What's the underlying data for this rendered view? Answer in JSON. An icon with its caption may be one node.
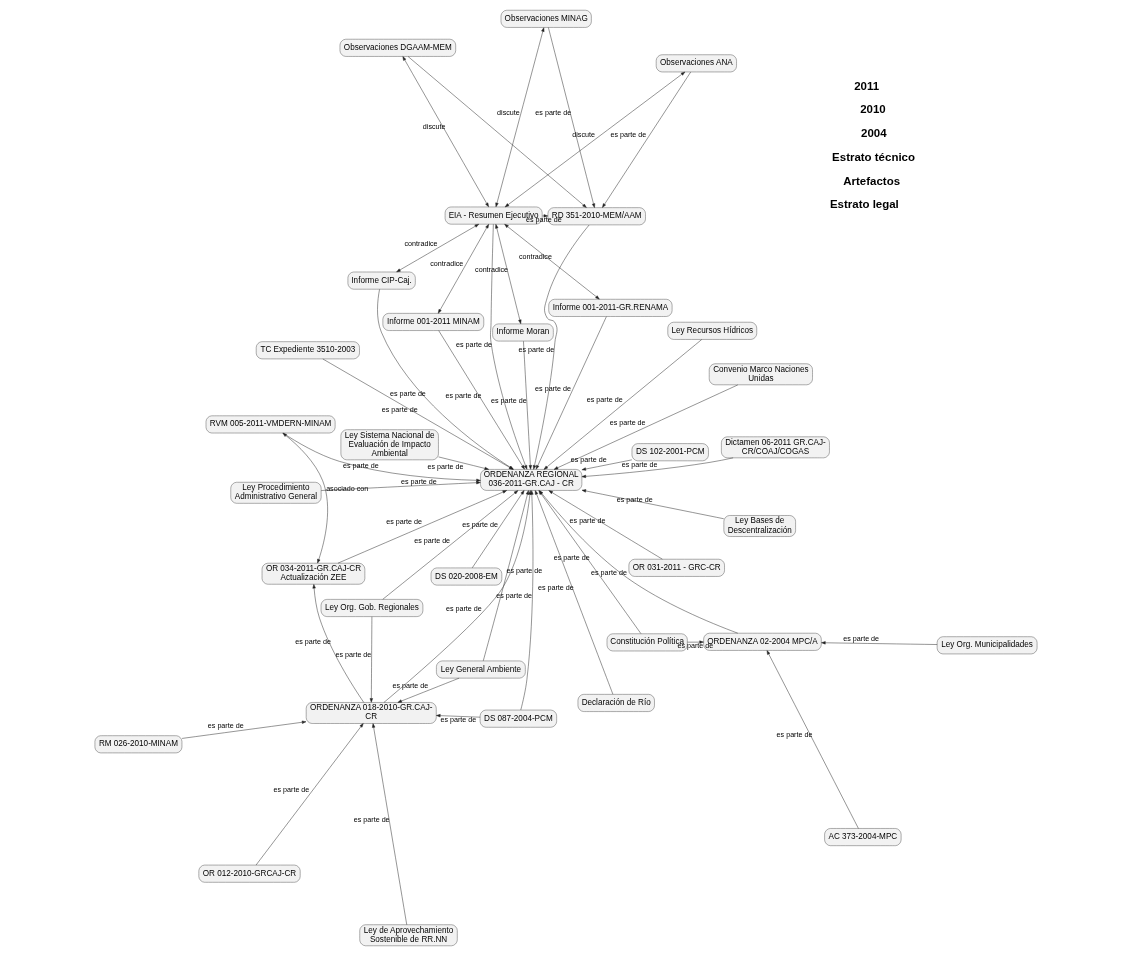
{
  "diagram": {
    "nodes": [
      {
        "text": [
          "Constitución Política"
        ]
      },
      {
        "text": [
          "Ley Org. Municipalidades"
        ]
      },
      {
        "text": [
          "AC 373-2004-MPC"
        ]
      },
      {
        "text": [
          "ORDENANZA 02-2004 MPC/A"
        ]
      },
      {
        "text": [
          "Ley de Aprovechamiento Sostenible de RR.NN"
        ]
      },
      {
        "text": [
          "Ley Org. Gob. Regionales"
        ]
      },
      {
        "text": [
          "RM 026-2010-MINAM"
        ]
      },
      {
        "text": [
          "DS 087-2004-PCM"
        ]
      },
      {
        "text": [
          "OR 012-2010-GRCAJ-CR"
        ]
      },
      {
        "text": [
          "Ley General Ambiente"
        ]
      },
      {
        "text": [
          "ORDENANZA 018-2010-GR.CAJ-CR"
        ]
      },
      {
        "text": [
          "Observaciones DGAAM-MEM"
        ]
      },
      {
        "text": [
          "EIA - Resumen Ejecutivo"
        ]
      },
      {
        "text": [
          "Observaciones ANA"
        ]
      },
      {
        "text": [
          "Observaciones MINAG"
        ]
      },
      {
        "text": [
          "RD 351-2010-MEM/AAM"
        ]
      },
      {
        "text": [
          "OR 031-2011 - GRC-CR"
        ]
      },
      {
        "text": [
          "RVM 005-2011-VMDERN-MINAM"
        ]
      },
      {
        "text": [
          "OR 034-2011-GR.CAJ-CR Actualización ZEE"
        ]
      },
      {
        "text": [
          "Ley Procedimiento Administrativo General"
        ]
      },
      {
        "text": [
          "Declaración de Río"
        ]
      },
      {
        "text": [
          "Informe 001-2011 MINAM"
        ]
      },
      {
        "text": [
          "Ley Recursos Hídricos"
        ]
      },
      {
        "text": [
          "Convenio Marco Naciones Unidas"
        ]
      },
      {
        "text": [
          "TC Expediente 3510-2003"
        ]
      },
      {
        "text": [
          "Informe 001-2011-GR.RENAMA"
        ]
      },
      {
        "text": [
          "Dictamen 06-2011 GR.CAJ-CR/COAJ/COGAS"
        ]
      },
      {
        "text": [
          "Ley Sistema Nacional de Evaluación de Impacto Ambiental"
        ]
      },
      {
        "text": [
          "DS 020-2008-EM"
        ]
      },
      {
        "text": [
          "Ley Bases de Descentralización"
        ]
      },
      {
        "text": [
          "Informe CIP-Caj."
        ]
      },
      {
        "text": [
          "DS 102-2001-PCM"
        ]
      },
      {
        "text": [
          "Informe Moran"
        ]
      },
      {
        "text": [
          "ORDENANZA REGIONAL 036-2011-GR.CAJ - CR"
        ]
      }
    ],
    "edges": [
      {
        "from": 0,
        "to": 3,
        "arrow": "to",
        "label": "es parte de"
      },
      {
        "from": 1,
        "to": 3,
        "arrow": "to",
        "label": "es parte de"
      },
      {
        "from": 2,
        "to": 3,
        "arrow": "to",
        "label": "es parte de"
      },
      {
        "from": 4,
        "to": 10,
        "arrow": "to",
        "label": "es parte de"
      },
      {
        "from": 5,
        "to": 10,
        "arrow": "to",
        "label": "es parte de"
      },
      {
        "from": 6,
        "to": 10,
        "arrow": "to",
        "label": "es parte de"
      },
      {
        "from": 7,
        "to": 10,
        "arrow": "to",
        "label": "es parte de"
      },
      {
        "from": 8,
        "to": 10,
        "arrow": "to",
        "label": "es parte de"
      },
      {
        "from": 9,
        "to": 10,
        "arrow": "to",
        "label": "es parte de"
      },
      {
        "from": 12,
        "to": 11,
        "arrow": "both",
        "label": "discute"
      },
      {
        "from": 12,
        "to": 13,
        "arrow": "both",
        "label": "discute"
      },
      {
        "from": 12,
        "to": 14,
        "arrow": "both",
        "label": "discute"
      },
      {
        "from": 12,
        "to": 15,
        "arrow": "to",
        "label": "es parte de"
      },
      {
        "from": 11,
        "to": 15,
        "arrow": "to"
      },
      {
        "from": 13,
        "to": 15,
        "arrow": "to",
        "label": "es parte de"
      },
      {
        "from": 14,
        "to": 15,
        "arrow": "to",
        "label": "es parte de"
      },
      {
        "from": 10,
        "to": 18,
        "arrow": "to",
        "label": "es parte de"
      },
      {
        "from": 17,
        "to": 18,
        "arrow": "both",
        "label": "asociado con"
      },
      {
        "from": 12,
        "to": 21,
        "arrow": "both",
        "label": "contradice"
      },
      {
        "from": 12,
        "to": 25,
        "arrow": "both",
        "label": "contradice"
      },
      {
        "from": 12,
        "to": 30,
        "arrow": "both",
        "label": "contradice"
      },
      {
        "from": 12,
        "to": 32,
        "arrow": "both",
        "label": "contradice"
      },
      {
        "from": 0,
        "to": 33,
        "arrow": "to",
        "label": "es parte de"
      },
      {
        "from": 3,
        "to": 33,
        "arrow": "to",
        "label": "es parte de"
      },
      {
        "from": 5,
        "to": 33,
        "arrow": "to",
        "label": "es parte de"
      },
      {
        "from": 7,
        "to": 33,
        "arrow": "to",
        "label": "es parte de"
      },
      {
        "from": 9,
        "to": 33,
        "arrow": "to",
        "label": "es parte de"
      },
      {
        "from": 10,
        "to": 33,
        "arrow": "to",
        "label": "es parte de"
      },
      {
        "from": 16,
        "to": 33,
        "arrow": "to",
        "label": "es parte de"
      },
      {
        "from": 17,
        "to": 33,
        "arrow": "to",
        "label": "es parte de"
      },
      {
        "from": 19,
        "to": 33,
        "arrow": "to",
        "label": "es parte de"
      },
      {
        "from": 20,
        "to": 33,
        "arrow": "to",
        "label": "es parte de"
      },
      {
        "from": 22,
        "to": 33,
        "arrow": "to",
        "label": "es parte de"
      },
      {
        "from": 23,
        "to": 33,
        "arrow": "to",
        "label": "es parte de"
      },
      {
        "from": 24,
        "to": 33,
        "arrow": "to",
        "label": "es parte de"
      },
      {
        "from": 26,
        "to": 33,
        "arrow": "to",
        "label": "es parte de"
      },
      {
        "from": 27,
        "to": 33,
        "arrow": "to",
        "label": "es parte de"
      },
      {
        "from": 28,
        "to": 33,
        "arrow": "to",
        "label": "es parte de"
      },
      {
        "from": 29,
        "to": 33,
        "arrow": "to",
        "label": "es parte de"
      },
      {
        "from": 31,
        "to": 33,
        "arrow": "to",
        "label": "es parte de"
      },
      {
        "from": 12,
        "to": 33,
        "arrow": "to",
        "label": "es parte de"
      },
      {
        "from": 18,
        "to": 33,
        "arrow": "to",
        "label": "es parte de"
      },
      {
        "from": 15,
        "to": 33,
        "arrow": "to",
        "label": "es parte de"
      },
      {
        "from": 21,
        "to": 33,
        "arrow": "to",
        "label": "es parte de"
      },
      {
        "from": 25,
        "to": 33,
        "arrow": "to",
        "label": "es parte de"
      },
      {
        "from": 30,
        "to": 33,
        "arrow": "to",
        "label": "es parte de"
      },
      {
        "from": 32,
        "to": 33,
        "arrow": "to",
        "label": "es parte de"
      }
    ],
    "labels": [
      "Estrato legal",
      "Artefactos",
      "Estrato técnico",
      "2004",
      "2010",
      "2011"
    ]
  }
}
